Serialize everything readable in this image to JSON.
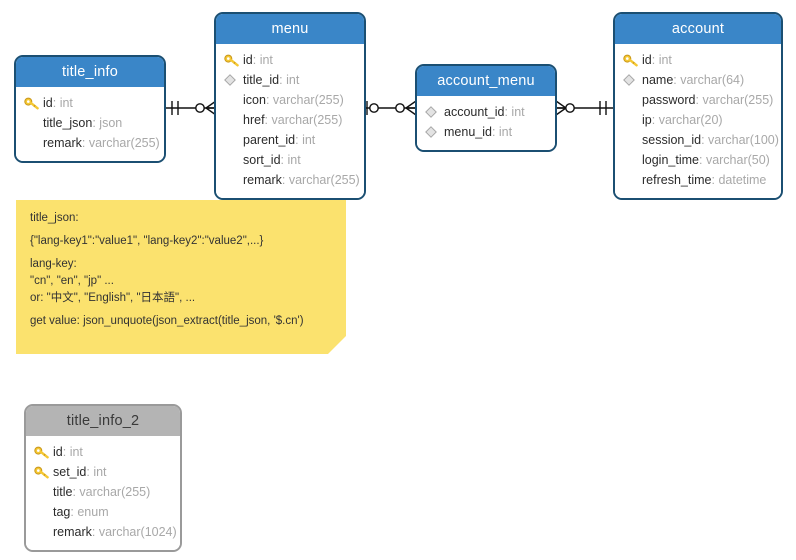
{
  "diagram": {
    "type": "entity-relationship-diagram",
    "background": "#ffffff",
    "header_color": "#3a86c8",
    "header_color_secondary": "#b4b4b4",
    "border_color": "#1b4f72",
    "note_color": "#fbe26e"
  },
  "tables": [
    {
      "id": "title_info",
      "name": "title_info",
      "style": "blue",
      "fields": [
        {
          "icon": "primary-key-icon",
          "name": "id",
          "type": "int"
        },
        {
          "icon": "none",
          "name": "title_json",
          "type": "json"
        },
        {
          "icon": "none",
          "name": "remark",
          "type": "varchar(255)"
        }
      ]
    },
    {
      "id": "menu",
      "name": "menu",
      "style": "blue",
      "fields": [
        {
          "icon": "primary-key-icon",
          "name": "id",
          "type": "int"
        },
        {
          "icon": "foreign-key-diamond-icon",
          "name": "title_id",
          "type": "int"
        },
        {
          "icon": "none",
          "name": "icon",
          "type": "varchar(255)"
        },
        {
          "icon": "none",
          "name": "href",
          "type": "varchar(255)"
        },
        {
          "icon": "none",
          "name": "parent_id",
          "type": "int"
        },
        {
          "icon": "none",
          "name": "sort_id",
          "type": "int"
        },
        {
          "icon": "none",
          "name": "remark",
          "type": "varchar(255)"
        }
      ]
    },
    {
      "id": "account_menu",
      "name": "account_menu",
      "style": "blue",
      "fields": [
        {
          "icon": "foreign-key-diamond-icon",
          "name": "account_id",
          "type": "int"
        },
        {
          "icon": "foreign-key-diamond-icon",
          "name": "menu_id",
          "type": "int"
        }
      ]
    },
    {
      "id": "account",
      "name": "account",
      "style": "blue",
      "fields": [
        {
          "icon": "primary-key-icon",
          "name": "id",
          "type": "int"
        },
        {
          "icon": "foreign-key-diamond-icon",
          "name": "name",
          "type": "varchar(64)"
        },
        {
          "icon": "none",
          "name": "password",
          "type": "varchar(255)"
        },
        {
          "icon": "none",
          "name": "ip",
          "type": "varchar(20)"
        },
        {
          "icon": "none",
          "name": "session_id",
          "type": "varchar(100)"
        },
        {
          "icon": "none",
          "name": "login_time",
          "type": "varchar(50)"
        },
        {
          "icon": "none",
          "name": "refresh_time",
          "type": "datetime"
        }
      ]
    },
    {
      "id": "title_info_2",
      "name": "title_info_2",
      "style": "gray",
      "fields": [
        {
          "icon": "primary-key-icon",
          "name": "id",
          "type": "int"
        },
        {
          "icon": "primary-key-icon",
          "name": "set_id",
          "type": "int"
        },
        {
          "icon": "none",
          "name": "title",
          "type": "varchar(255)"
        },
        {
          "icon": "none",
          "name": "tag",
          "type": "enum"
        },
        {
          "icon": "none",
          "name": "remark",
          "type": "varchar(1024)"
        }
      ]
    }
  ],
  "relationships": [
    {
      "id": "rel-title_info-menu",
      "from": "title_info",
      "to": "menu",
      "from_cardinality": "one-and-only-one",
      "to_cardinality": "zero-or-many"
    },
    {
      "id": "rel-menu-account_menu",
      "from": "menu",
      "to": "account_menu",
      "from_cardinality": "zero-or-one",
      "to_cardinality": "zero-or-many"
    },
    {
      "id": "rel-account_menu-account",
      "from": "account_menu",
      "to": "account",
      "from_cardinality": "zero-or-many",
      "to_cardinality": "one-and-only-one"
    }
  ],
  "note": {
    "id": "title-json-note",
    "lines": [
      "title_json:",
      "{\"lang-key1\":\"value1\", \"lang-key2\":\"value2\",...}",
      "lang-key:",
      "\"cn\", \"en\", \"jp\" ...",
      "or: \"中文\", \"English\", \"日本語\", ...",
      "get value: json_unquote(json_extract(title_json, '$.cn')"
    ]
  }
}
